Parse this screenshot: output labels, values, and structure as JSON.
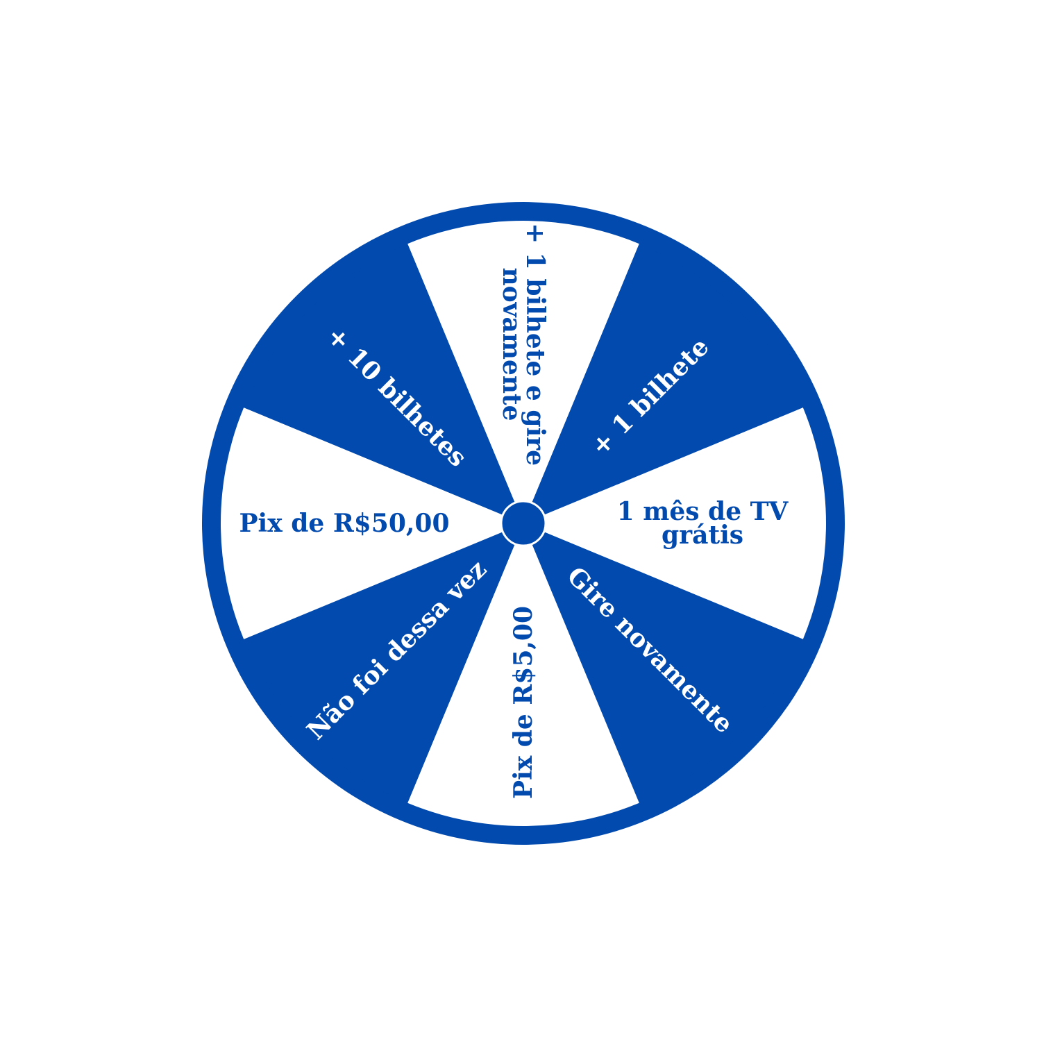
{
  "wheel": {
    "colors": {
      "blue": "#024aad",
      "white": "#ffffff"
    },
    "segments": [
      {
        "lines": [
          "+ 1 bilhete e gire",
          "novamente"
        ],
        "fill": "white"
      },
      {
        "lines": [
          "+ 1 bilhete"
        ],
        "fill": "blue"
      },
      {
        "lines": [
          "1 mês de TV",
          "grátis"
        ],
        "fill": "white"
      },
      {
        "lines": [
          "Gire novamente"
        ],
        "fill": "blue"
      },
      {
        "lines": [
          "Pix de R$5,00"
        ],
        "fill": "white"
      },
      {
        "lines": [
          "Não foi dessa vez"
        ],
        "fill": "blue"
      },
      {
        "lines": [
          "Pix de R$50,00"
        ],
        "fill": "white"
      },
      {
        "lines": [
          "+ 10 bilhetes"
        ],
        "fill": "blue"
      }
    ]
  }
}
